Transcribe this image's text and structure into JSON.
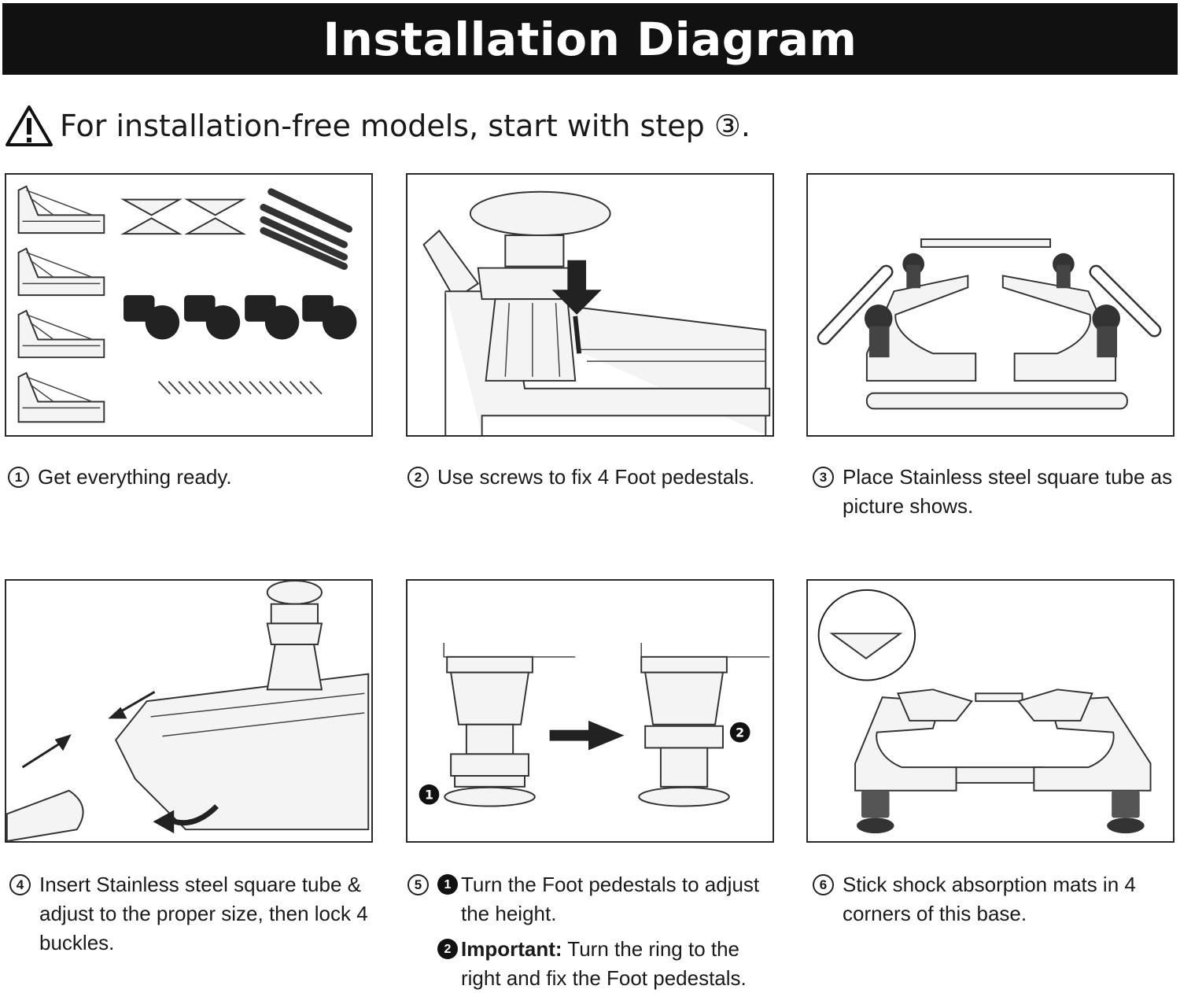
{
  "header": {
    "title": "Installation Diagram"
  },
  "notice": {
    "text": "For installation-free models, start with step ③."
  },
  "steps": [
    {
      "number": "1",
      "text": "Get everything ready."
    },
    {
      "number": "2",
      "text": "Use screws to fix 4 Foot pedestals."
    },
    {
      "number": "3",
      "text": "Place Stainless steel square tube as picture shows."
    },
    {
      "number": "4",
      "text": "Insert Stainless steel square tube & adjust to the proper size, then lock 4 buckles."
    },
    {
      "number": "5",
      "sub1": "Turn the Foot pedestals to adjust the height.",
      "sub2_strong": "Important:",
      "sub2_text": " Turn the ring to the right and fix the Foot pedestals."
    },
    {
      "number": "6",
      "text": "Stick shock absorption mats in 4 corners of this base."
    }
  ],
  "labels": {
    "marker1": "1",
    "marker2": "2"
  }
}
